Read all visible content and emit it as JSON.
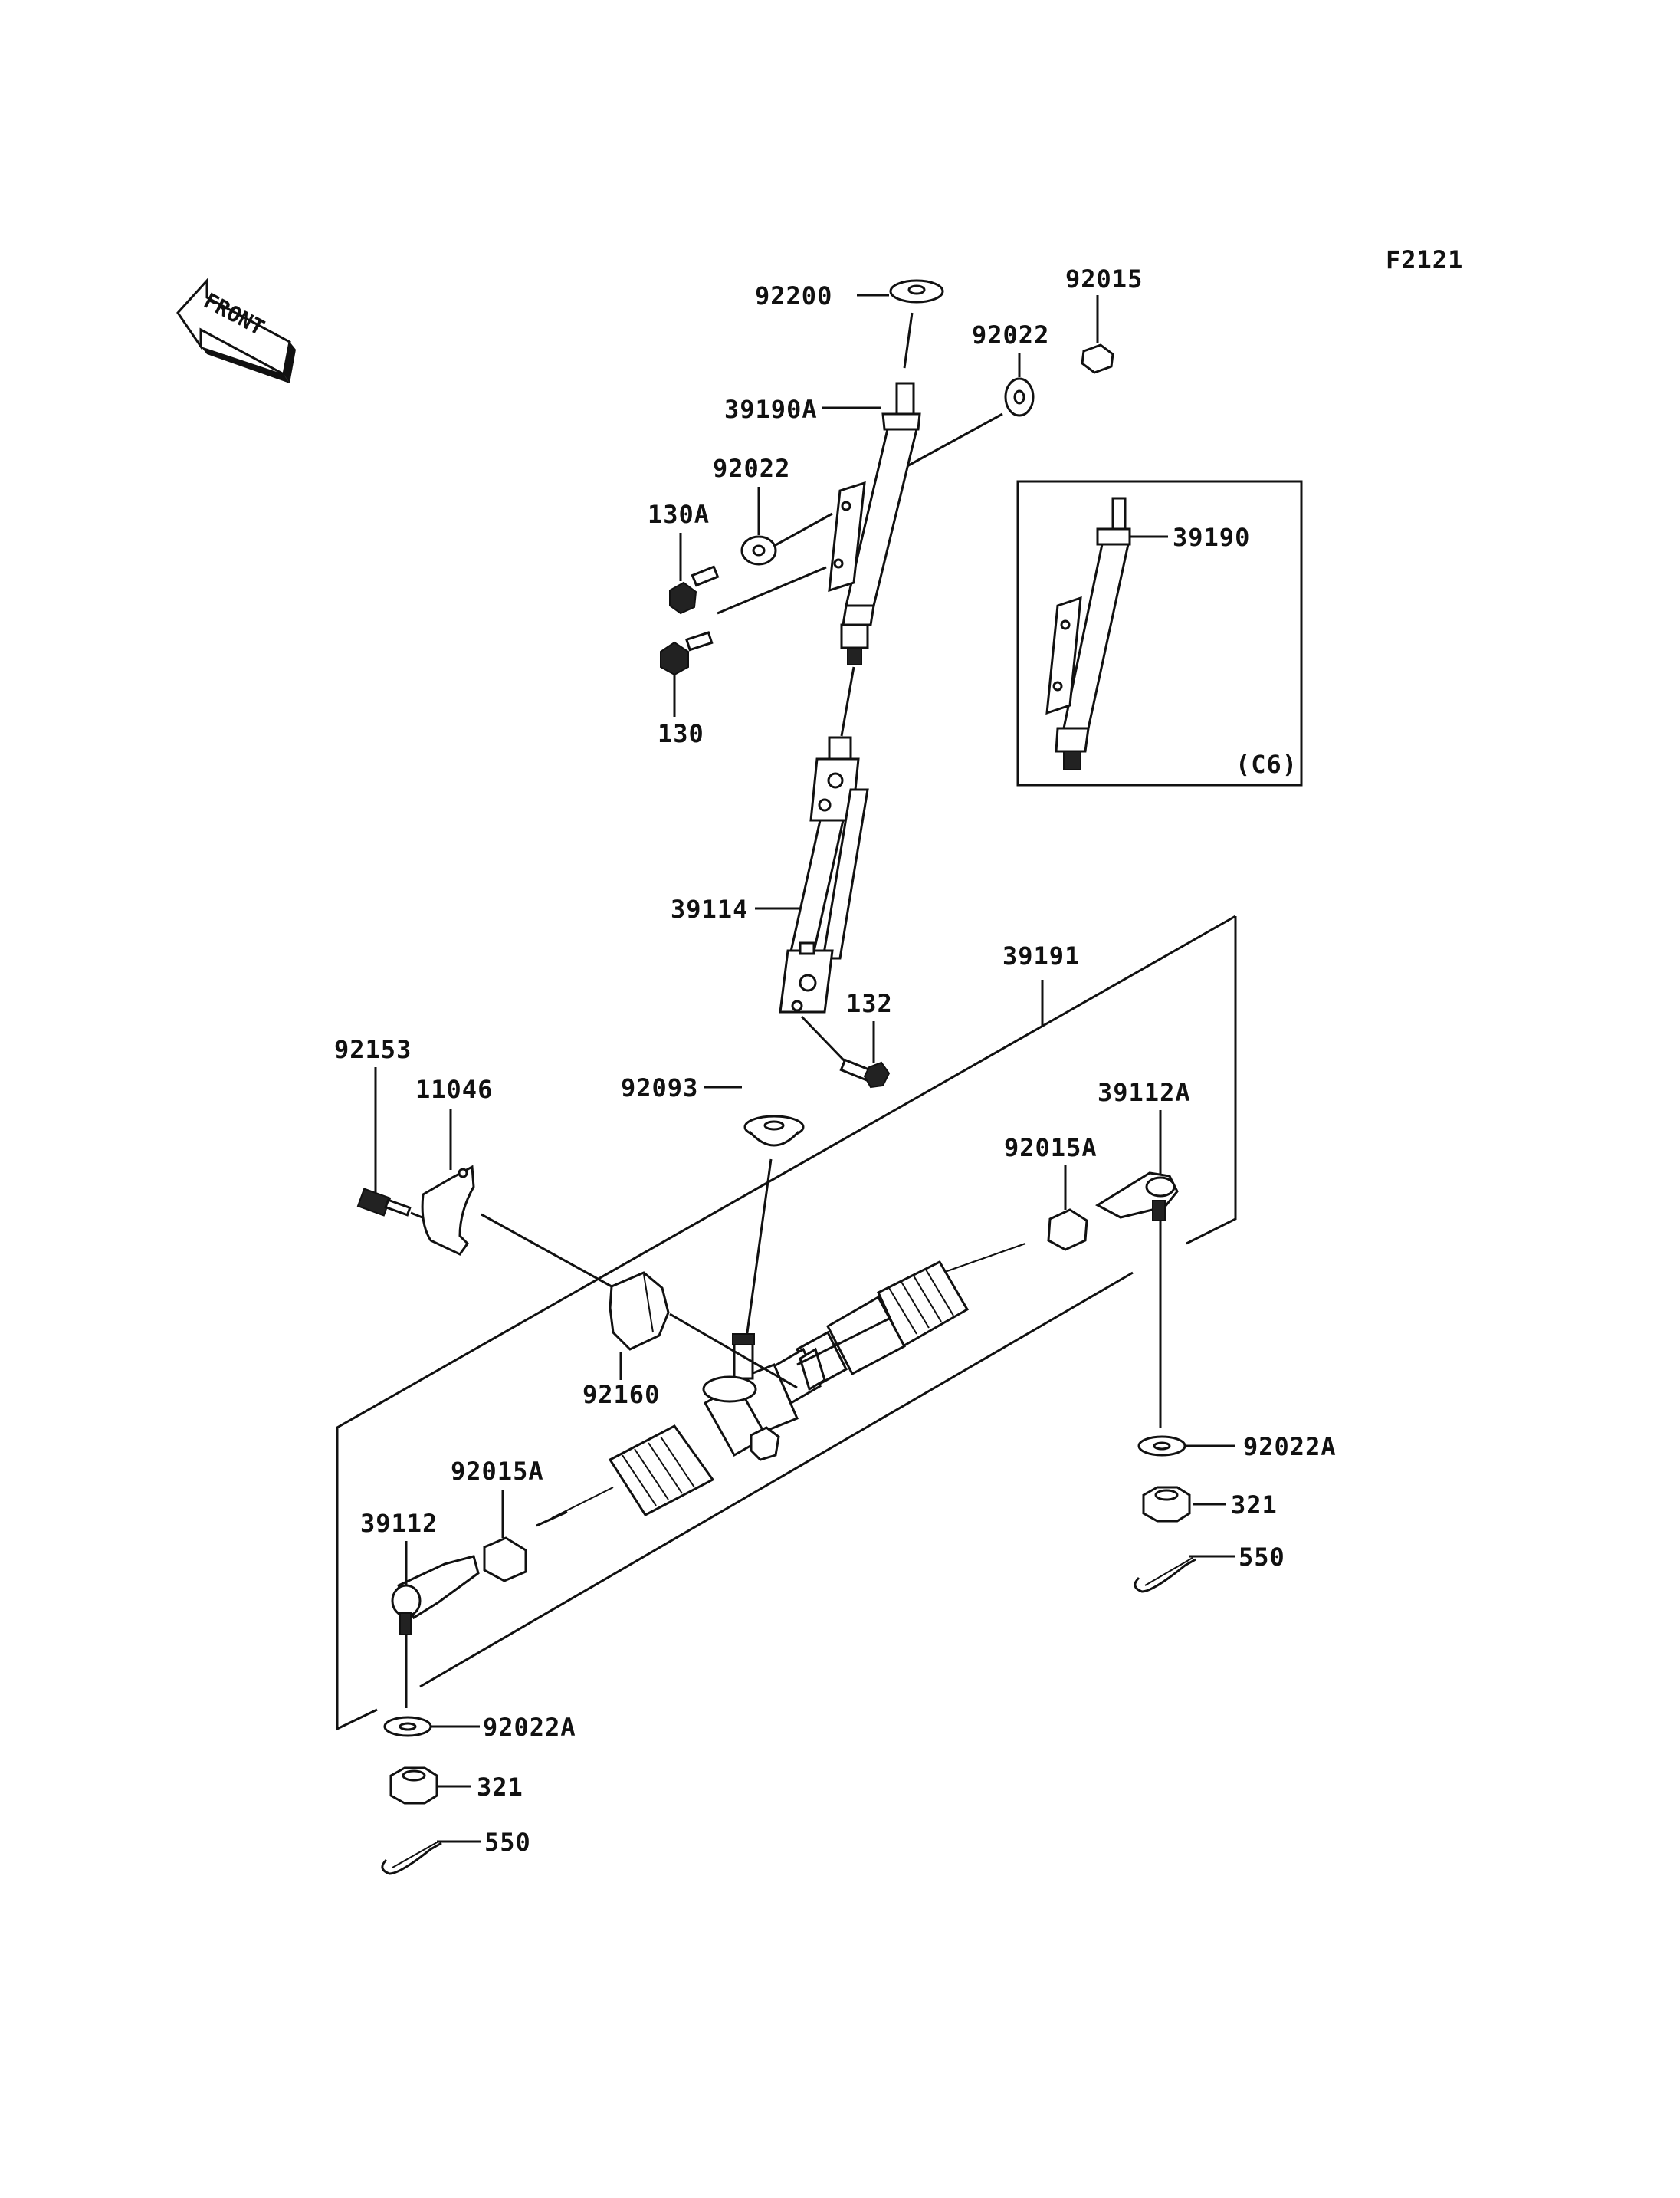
{
  "figure_code": "F2121",
  "front_label": "FRONT",
  "inset_label": "(C6)",
  "parts": {
    "p92200": "92200",
    "p92015": "92015",
    "p92022_top": "92022",
    "p39190A": "39190A",
    "p92022_mid": "92022",
    "p130A": "130A",
    "p130": "130",
    "p39190": "39190",
    "p39114": "39114",
    "p39191": "39191",
    "p132": "132",
    "p92153": "92153",
    "p11046": "11046",
    "p92093": "92093",
    "p39112A": "39112A",
    "p92015A_right": "92015A",
    "p92160": "92160",
    "p92022A_right": "92022A",
    "p321_right": "321",
    "p550_right": "550",
    "p92015A_left": "92015A",
    "p39112": "39112",
    "p92022A_left": "92022A",
    "p321_left": "321",
    "p550_left": "550"
  }
}
